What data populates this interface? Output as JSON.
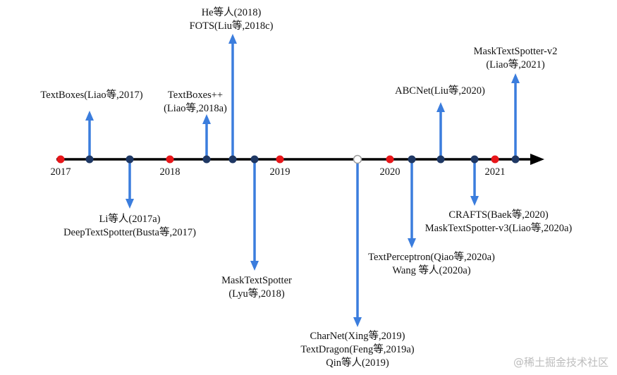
{
  "colors": {
    "axis": "#000000",
    "arrow": "#3b7ddd",
    "event_dot": "#1f3864",
    "year_dot": "#e8161a",
    "hollow_dot": "#ffffff"
  },
  "years": [
    "2017",
    "2018",
    "2019",
    "2020",
    "2021"
  ],
  "events": [
    {
      "id": "textboxes",
      "lines": [
        "TextBoxes(Liao等,2017)"
      ]
    },
    {
      "id": "li-deeptextspotter",
      "lines": [
        "Li等人(2017a)",
        "DeepTextSpotter(Busta等,2017)"
      ]
    },
    {
      "id": "textboxes-pp",
      "lines": [
        "TextBoxes++",
        "(Liao等,2018a)"
      ]
    },
    {
      "id": "he-fots",
      "lines": [
        "He等人(2018)",
        "FOTS(Liu等,2018c)"
      ]
    },
    {
      "id": "masktextspotter",
      "lines": [
        "MaskTextSpotter",
        "(Lyu等,2018)"
      ]
    },
    {
      "id": "charnet",
      "lines": [
        "CharNet(Xing等,2019)",
        "TextDragon(Feng等,2019a)",
        "Qin等人(2019)"
      ]
    },
    {
      "id": "textperceptron",
      "lines": [
        "TextPerceptron(Qiao等,2020a)",
        "Wang 等人(2020a)"
      ]
    },
    {
      "id": "abcnet",
      "lines": [
        "ABCNet(Liu等,2020)"
      ]
    },
    {
      "id": "crafts",
      "lines": [
        "CRAFTS(Baek等,2020)",
        "MaskTextSpotter-v3(Liao等,2020a)"
      ]
    },
    {
      "id": "masktextspotter-v2",
      "lines": [
        "MaskTextSpotter-v2",
        "(Liao等,2021)"
      ]
    }
  ],
  "watermark": "@稀土掘金技术社区"
}
